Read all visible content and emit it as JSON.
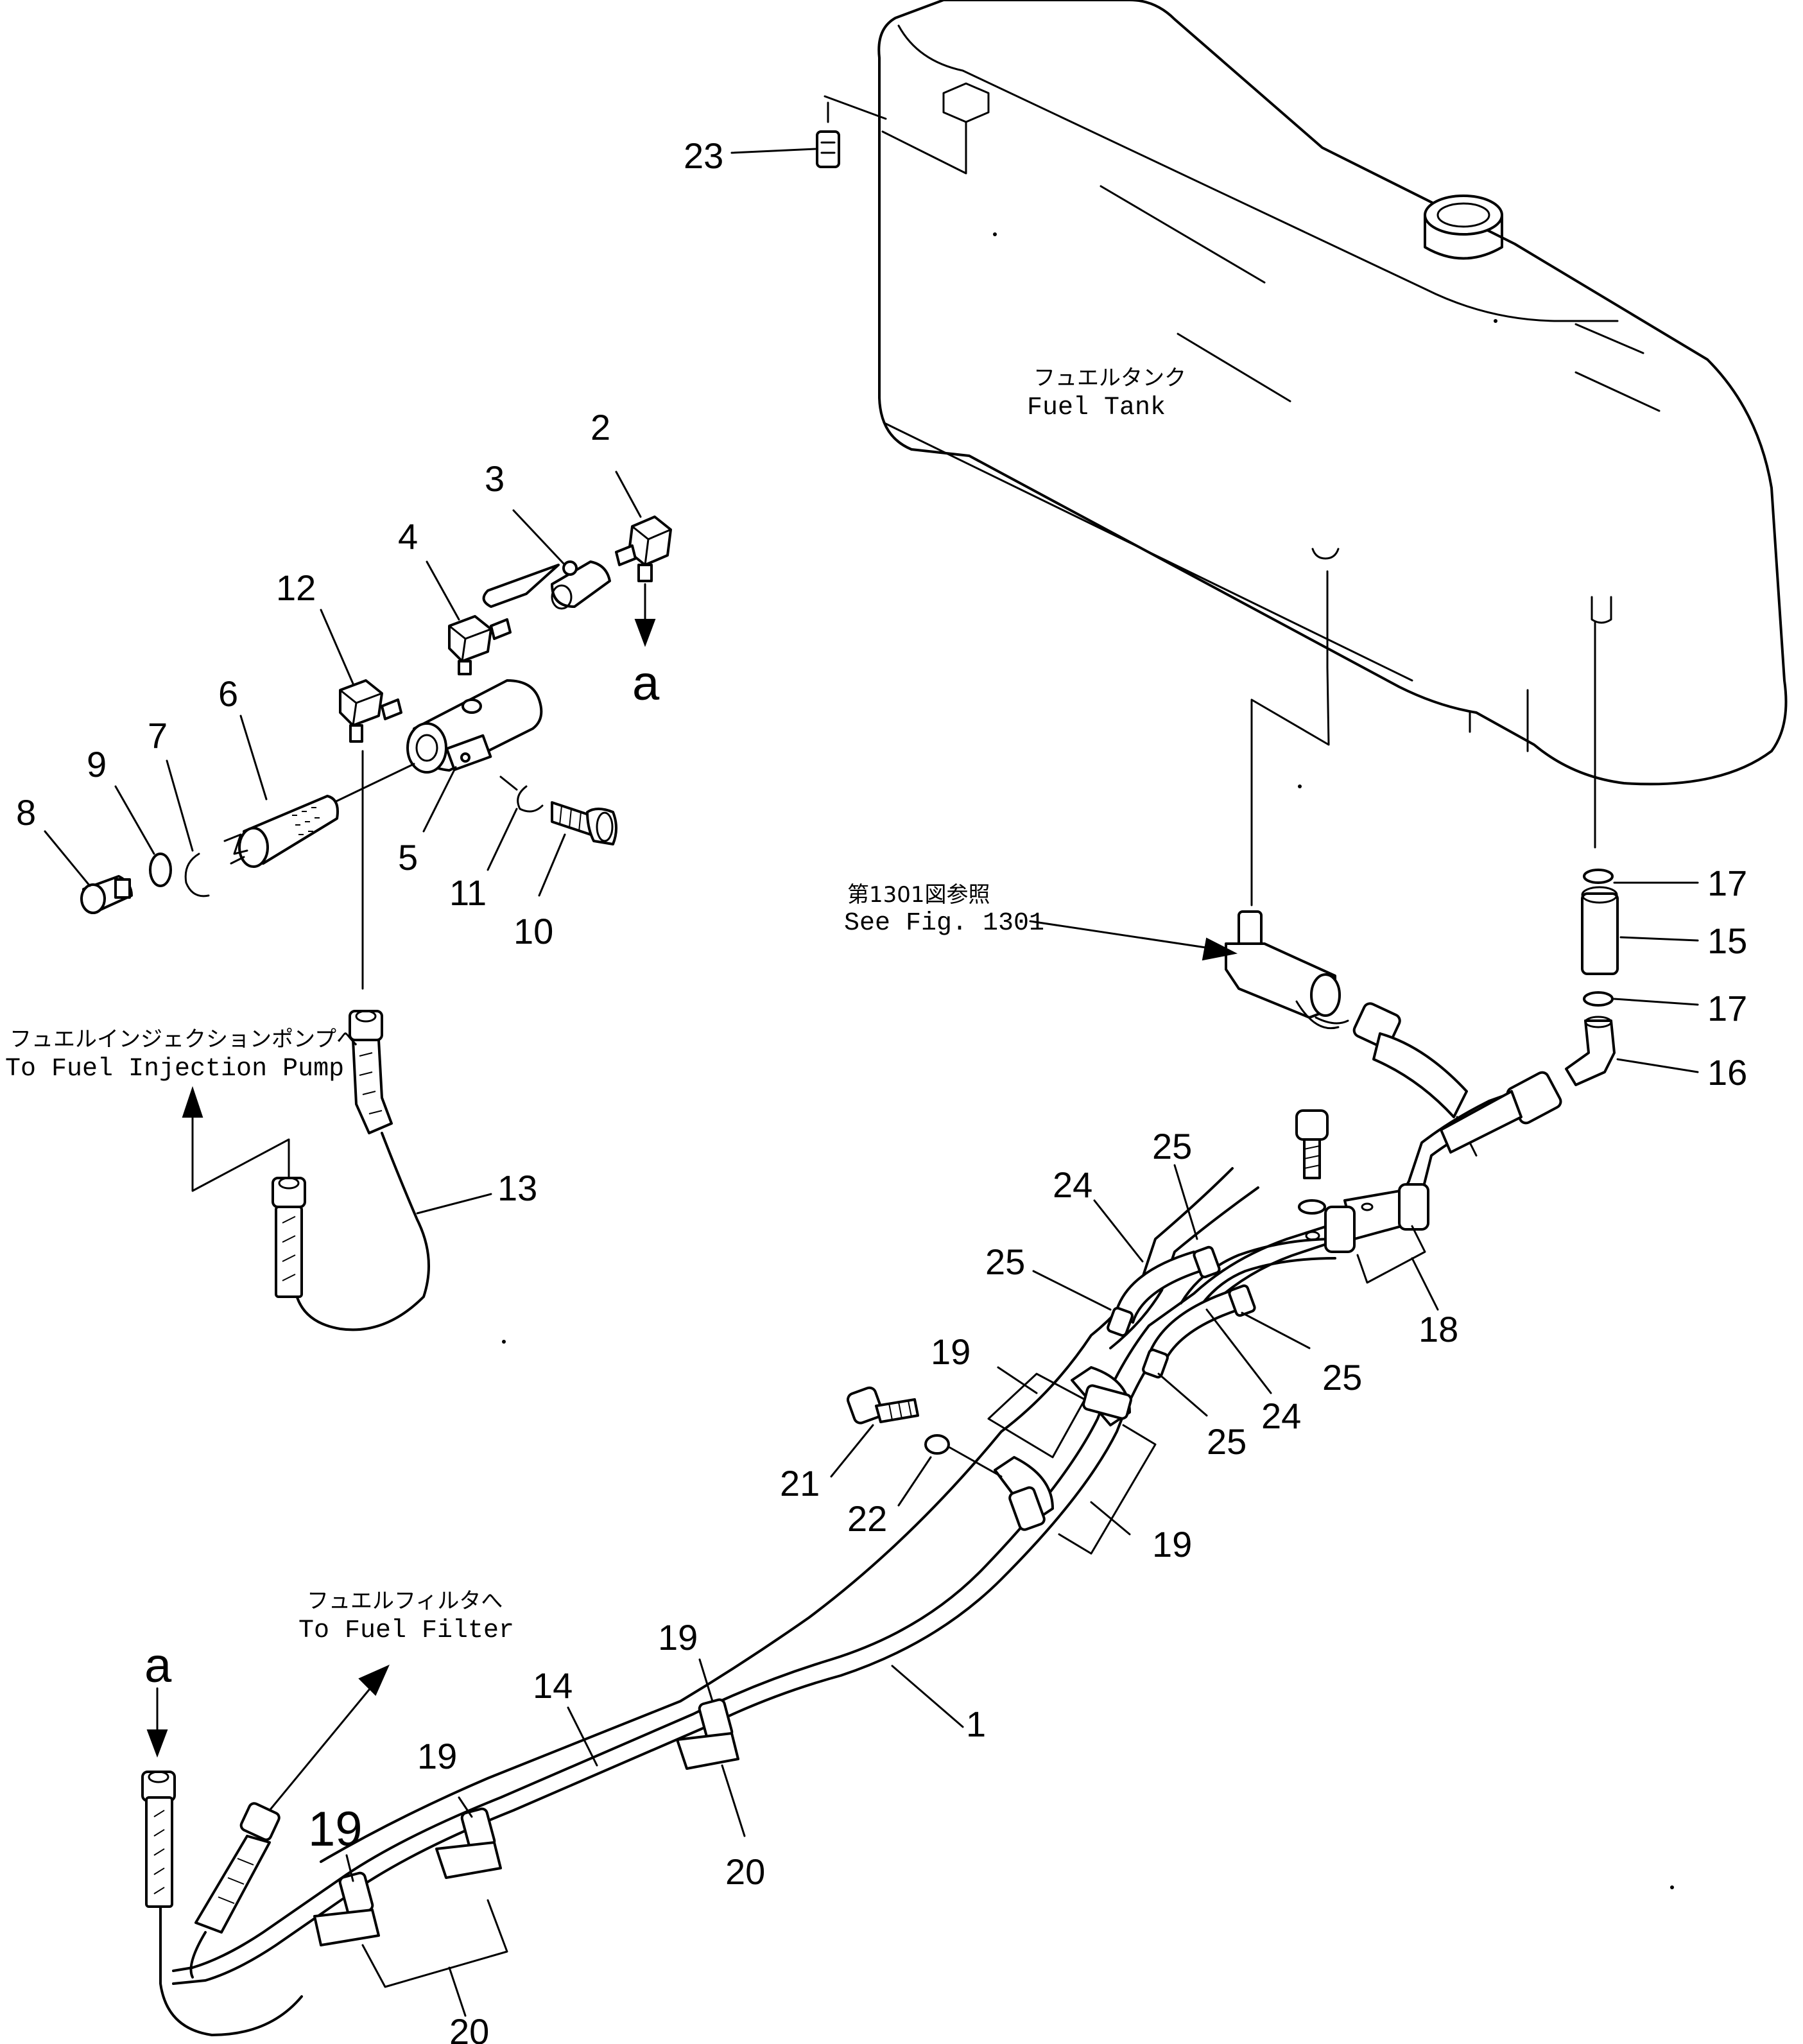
{
  "notes": {
    "fuel_tank_ja": "フュエルタンク",
    "fuel_tank_en": "Fuel  Tank",
    "see_fig_ja": "第1301図参照",
    "see_fig_en": "See  Fig. 1301",
    "injection_pump_ja": "フュエルインジェクションポンプへ",
    "injection_pump_en": "To  Fuel  Injection  Pump",
    "fuel_filter_ja": "フュエルフィルタへ",
    "fuel_filter_en": "To  Fuel  Filter"
  },
  "connection_letters": {
    "upper_a": "a",
    "lower_a": "a"
  },
  "callouts": {
    "c1": "1",
    "c2": "2",
    "c3": "3",
    "c4": "4",
    "c5": "5",
    "c6": "6",
    "c7": "7",
    "c8": "8",
    "c9": "9",
    "c10": "10",
    "c11": "11",
    "c12": "12",
    "c13": "13",
    "c14": "14",
    "c15": "15",
    "c16": "16",
    "c17a": "17",
    "c17b": "17",
    "c18": "18",
    "c19a": "19",
    "c19b": "19",
    "c19c": "19",
    "c19d": "19",
    "c19e": "19",
    "c20a": "20",
    "c20b": "20",
    "c21": "21",
    "c22": "22",
    "c23": "23",
    "c24a": "24",
    "c24b": "24",
    "c25a": "25",
    "c25b": "25",
    "c25c": "25",
    "c25d": "25"
  }
}
